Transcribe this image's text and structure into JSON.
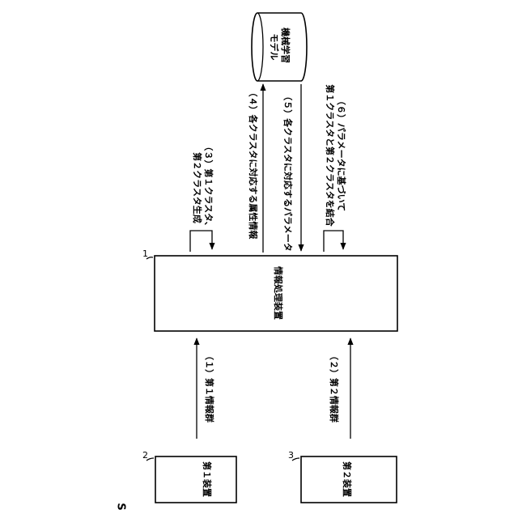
{
  "figure_label": "S",
  "nodes": {
    "info_processing_device": {
      "label": "情報処理装置",
      "ref": "1"
    },
    "first_device": {
      "label": "第１装置",
      "ref": "2"
    },
    "second_device": {
      "label": "第２装置",
      "ref": "3"
    },
    "ml_model": {
      "line1": "機械学習",
      "line2": "モデル"
    }
  },
  "steps": {
    "step1": "（１）第１情報群",
    "step2": "（２）第２情報群",
    "step3": {
      "line1": "（３）第１クラスタ、",
      "line2": "第２クラスタ生成"
    },
    "step4": "（４）各クラスタに対応する属性情報",
    "step5": "（５）各クラスタに対応するパラメータ",
    "step6": {
      "line1": "（６）パラメータに基づいて",
      "line2": "第１クラスタと第２クラスタを結合"
    }
  }
}
